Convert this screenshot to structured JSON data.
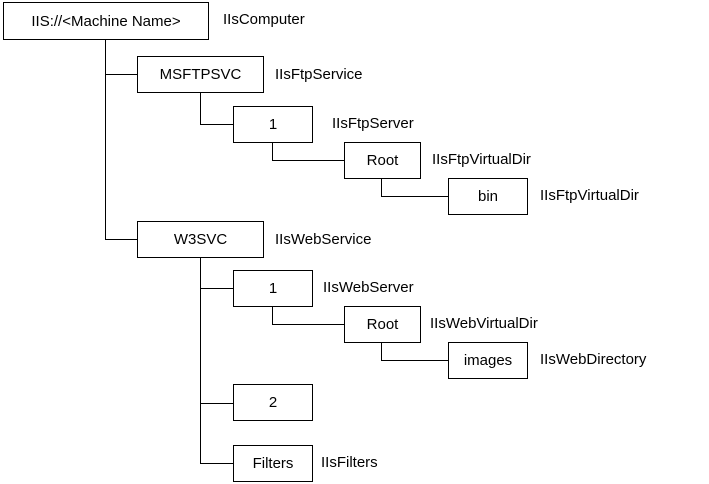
{
  "nodes": {
    "root": {
      "label": "IIS://<Machine Name>",
      "type": "IIsComputer"
    },
    "msftpsvc": {
      "label": "MSFTPSVC",
      "type": "IIsFtpService"
    },
    "ftp1": {
      "label": "1",
      "type": "IIsFtpServer"
    },
    "ftp_root": {
      "label": "Root",
      "type": "IIsFtpVirtualDir"
    },
    "ftp_bin": {
      "label": "bin",
      "type": "IIsFtpVirtualDir"
    },
    "w3svc": {
      "label": "W3SVC",
      "type": "IIsWebService"
    },
    "web1": {
      "label": "1",
      "type": "IIsWebServer"
    },
    "web_root": {
      "label": "Root",
      "type": "IIsWebVirtualDir"
    },
    "web_images": {
      "label": "images",
      "type": "IIsWebDirectory"
    },
    "web2": {
      "label": "2",
      "type": ""
    },
    "filters": {
      "label": "Filters",
      "type": "IIsFilters"
    }
  }
}
